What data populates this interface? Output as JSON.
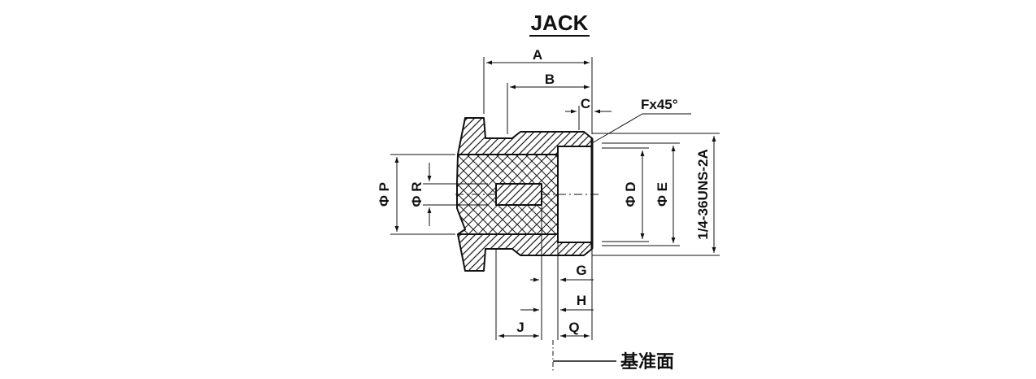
{
  "title": "JACK",
  "dimensions": {
    "A": "A",
    "B": "B",
    "C": "C",
    "F": "Fx45°",
    "P": "Φ P",
    "R": "Φ R",
    "D": "Φ D",
    "E": "Φ E",
    "thread": "1/4-36UNS-2A",
    "G": "G",
    "H": "H",
    "J": "J",
    "Q": "Q"
  },
  "datum_label": "基准面",
  "colors": {
    "line": "#111111",
    "background": "#ffffff"
  }
}
